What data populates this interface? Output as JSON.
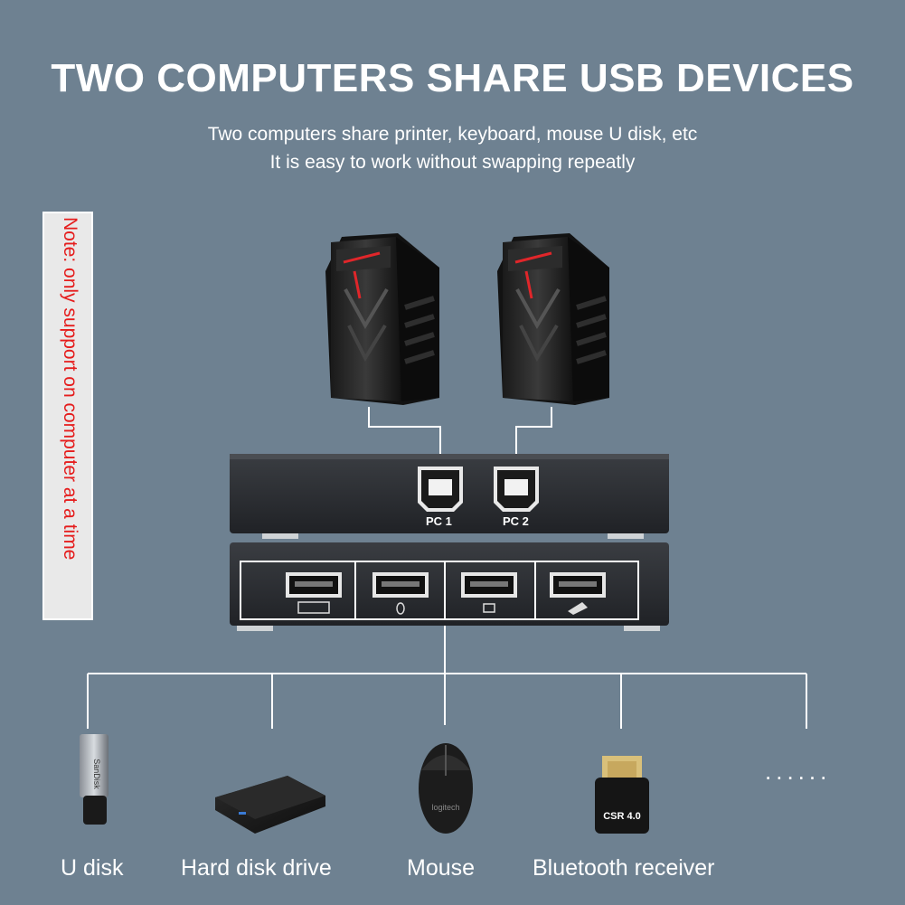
{
  "header": {
    "title": "TWO COMPUTERS SHARE USB DEVICES",
    "subtitle_line1": "Two computers share printer, keyboard, mouse U disk, etc",
    "subtitle_line2": "It is easy to work without swapping repeatly"
  },
  "note": "Note: only support on computer at a time",
  "switch": {
    "ports": [
      "PC 1",
      "PC 2"
    ]
  },
  "devices": [
    {
      "label": "U disk",
      "icon": "usb-flash-drive-icon",
      "brand": "SanDisk"
    },
    {
      "label": "Hard disk drive",
      "icon": "hard-disk-drive-icon"
    },
    {
      "label": "Mouse",
      "icon": "mouse-icon",
      "brand": "logitech"
    },
    {
      "label": "Bluetooth receiver",
      "icon": "bluetooth-receiver-icon",
      "model": "CSR 4.0"
    }
  ],
  "more": "......",
  "colors": {
    "background": "#6e8191",
    "note_text": "#e51d1d",
    "tower_accent": "#e0262a"
  }
}
